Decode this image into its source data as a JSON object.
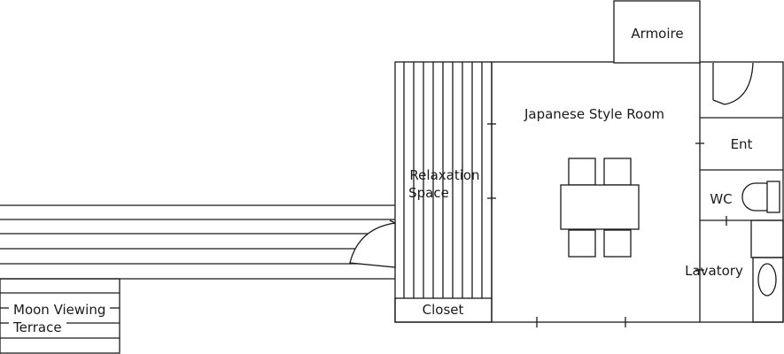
{
  "floor_plan": {
    "rooms": {
      "armoire": "Armoire",
      "japanese_room": "Japanese Style Room",
      "entrance": "Ent",
      "relaxation_line1": "Relaxation",
      "relaxation_line2": "Space",
      "wc": "WC",
      "lavatory": "Lavatory",
      "closet": "Closet",
      "terrace_line1": "Moon Viewing",
      "terrace_line2": "Terrace"
    }
  }
}
